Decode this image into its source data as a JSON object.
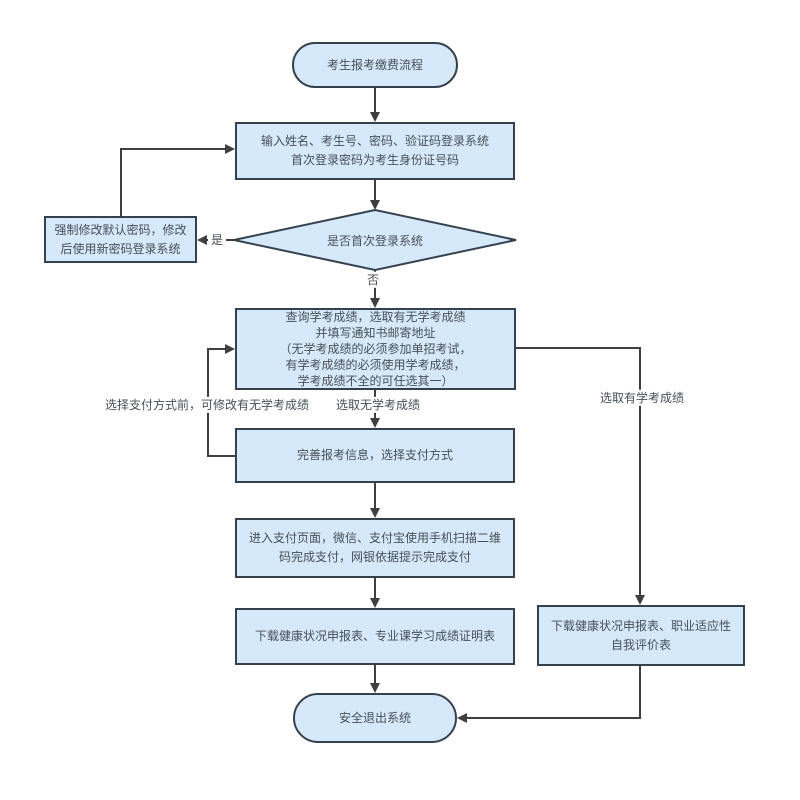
{
  "flowchart": {
    "title": "考生报考缴费流程",
    "nodes": {
      "start": "考生报考缴费流程",
      "login": "输入姓名、考生号、密码、验证码登录系统\n首次登录密码为考生身份证号码",
      "decision_first_login": "是否首次登录系统",
      "change_password": "强制修改默认密码，修改\n后使用新密码登录系统",
      "query_scores": "查询学考成绩，选取有无学考成绩\n并填写通知书邮寄地址\n（无学考成绩的必须参加单招考试，\n有学考成绩的必须使用学考成绩，\n学考成绩不全的可任选其一）",
      "complete_info": "完善报考信息，选择支付方式",
      "payment": "进入支付页面，微信、支付宝使用手机扫描二维\n码完成支付，网银依据提示完成支付",
      "download_main": "下载健康状况申报表、专业课学习成绩证明表",
      "download_alt": "下载健康状况申报表、职业适应性\n自我评价表",
      "end": "安全退出系统"
    },
    "edge_labels": {
      "yes": "是",
      "no": "否",
      "no_scores": "选取无学考成绩",
      "has_scores": "选取有学考成绩",
      "modify_before_pay": "选择支付方式前，可修改有无学考成绩"
    },
    "colors": {
      "node_fill": "#d6e9fa",
      "node_border": "#36414f",
      "line": "#3f3f3f",
      "text": "#474f57",
      "background": "#ffffff"
    }
  }
}
